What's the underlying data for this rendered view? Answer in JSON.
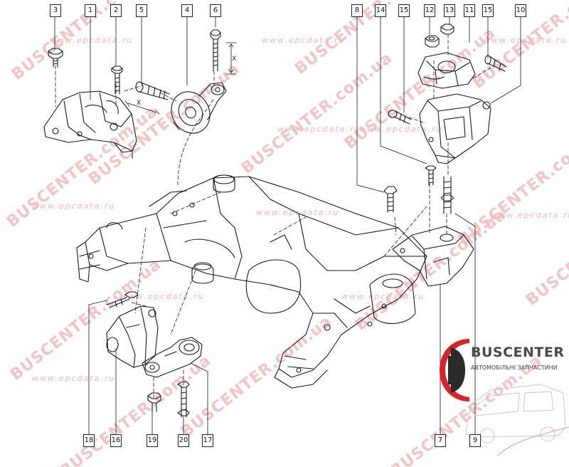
{
  "diagram": {
    "callouts": [
      {
        "id": "3",
        "label": "3"
      },
      {
        "id": "1",
        "label": "1"
      },
      {
        "id": "2",
        "label": "2"
      },
      {
        "id": "5",
        "label": "5"
      },
      {
        "id": "4",
        "label": "4"
      },
      {
        "id": "6",
        "label": "6"
      },
      {
        "id": "8",
        "label": "8"
      },
      {
        "id": "14",
        "label": "14"
      },
      {
        "id": "15a",
        "label": "15"
      },
      {
        "id": "12",
        "label": "12"
      },
      {
        "id": "13",
        "label": "13"
      },
      {
        "id": "11",
        "label": "11"
      },
      {
        "id": "15b",
        "label": "15"
      },
      {
        "id": "10",
        "label": "10"
      },
      {
        "id": "18",
        "label": "18"
      },
      {
        "id": "16",
        "label": "16"
      },
      {
        "id": "19",
        "label": "19"
      },
      {
        "id": "20",
        "label": "20"
      },
      {
        "id": "17",
        "label": "17"
      },
      {
        "id": "7",
        "label": "7"
      },
      {
        "id": "9",
        "label": "9"
      }
    ],
    "dimension_label": "X"
  },
  "watermarks": {
    "site_ua": "BUSCENTER.com.ua",
    "site_ru": "www.epcdata.ru"
  },
  "logo": {
    "name": "BUSCENTER",
    "tagline": "АВТОМОБІЛЬНІ ЗАПЧАСТИНИ",
    "accent_color": "#d9232a"
  }
}
